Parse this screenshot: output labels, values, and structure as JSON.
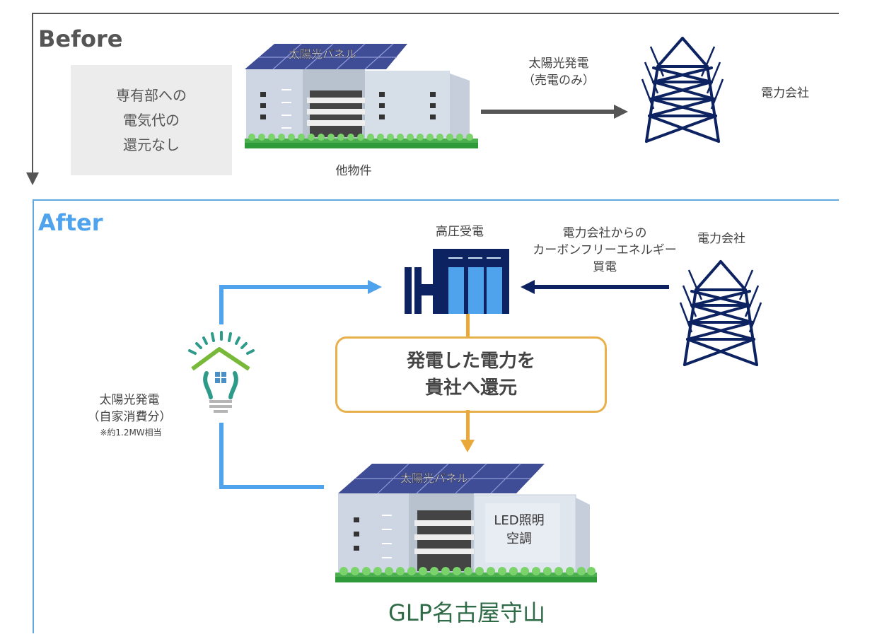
{
  "before": {
    "title": "Before",
    "no_return_box": "専有部への\n電気代の\n還元なし",
    "building": {
      "roof_label": "太陽光パネル",
      "caption": "他物件"
    },
    "flow_label": "太陽光発電\n（売電のみ）",
    "utility_label": "電力会社"
  },
  "after": {
    "title": "After",
    "substation_label": "高圧受電",
    "purchase_label": "電力会社からの\nカーボンフリーエネルギー\n買電",
    "utility_label": "電力会社",
    "return_box": "発電した電力を\n貴社へ還元",
    "self_consumption_label": "太陽光発電\n（自家消費分）",
    "self_consumption_note": "※約1.2MW相当",
    "building": {
      "roof_label": "太陽光パネル",
      "inner_label": "LED照明\n空調"
    },
    "site_name": "GLP名古屋守山"
  },
  "colors": {
    "before_frame": "#555555",
    "after_frame": "#5fa8e0",
    "after_title": "#4ea3ec",
    "navy": "#0d2260",
    "substation_light": "#4ea3ec",
    "orange": "#e8a83a",
    "site_name": "#2f6b47"
  }
}
